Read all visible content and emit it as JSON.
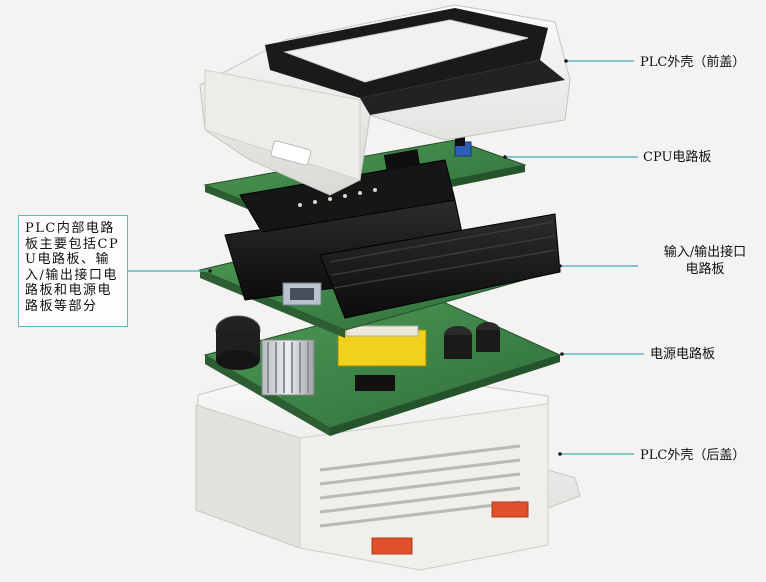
{
  "labels": {
    "front_cover": "PLC外壳（前盖）",
    "cpu_board": "CPU电路板",
    "io_board_line1": "输入/输出接口",
    "io_board_line2": "电路板",
    "power_board": "电源电路板",
    "back_cover": "PLC外壳（后盖）"
  },
  "callout": {
    "text": "PLC内部电路板主要包括CPU电路板、输入/输出接口电路板和电源电路板等部分"
  },
  "colors": {
    "leader_line": "#4aa9b3",
    "pcb_green": "#3f8a4a",
    "housing_white": "#e9e9e7",
    "terminal_black": "#1b1b1b",
    "connector_orange": "#e0502a",
    "transformer_yellow": "#f0d21c"
  }
}
